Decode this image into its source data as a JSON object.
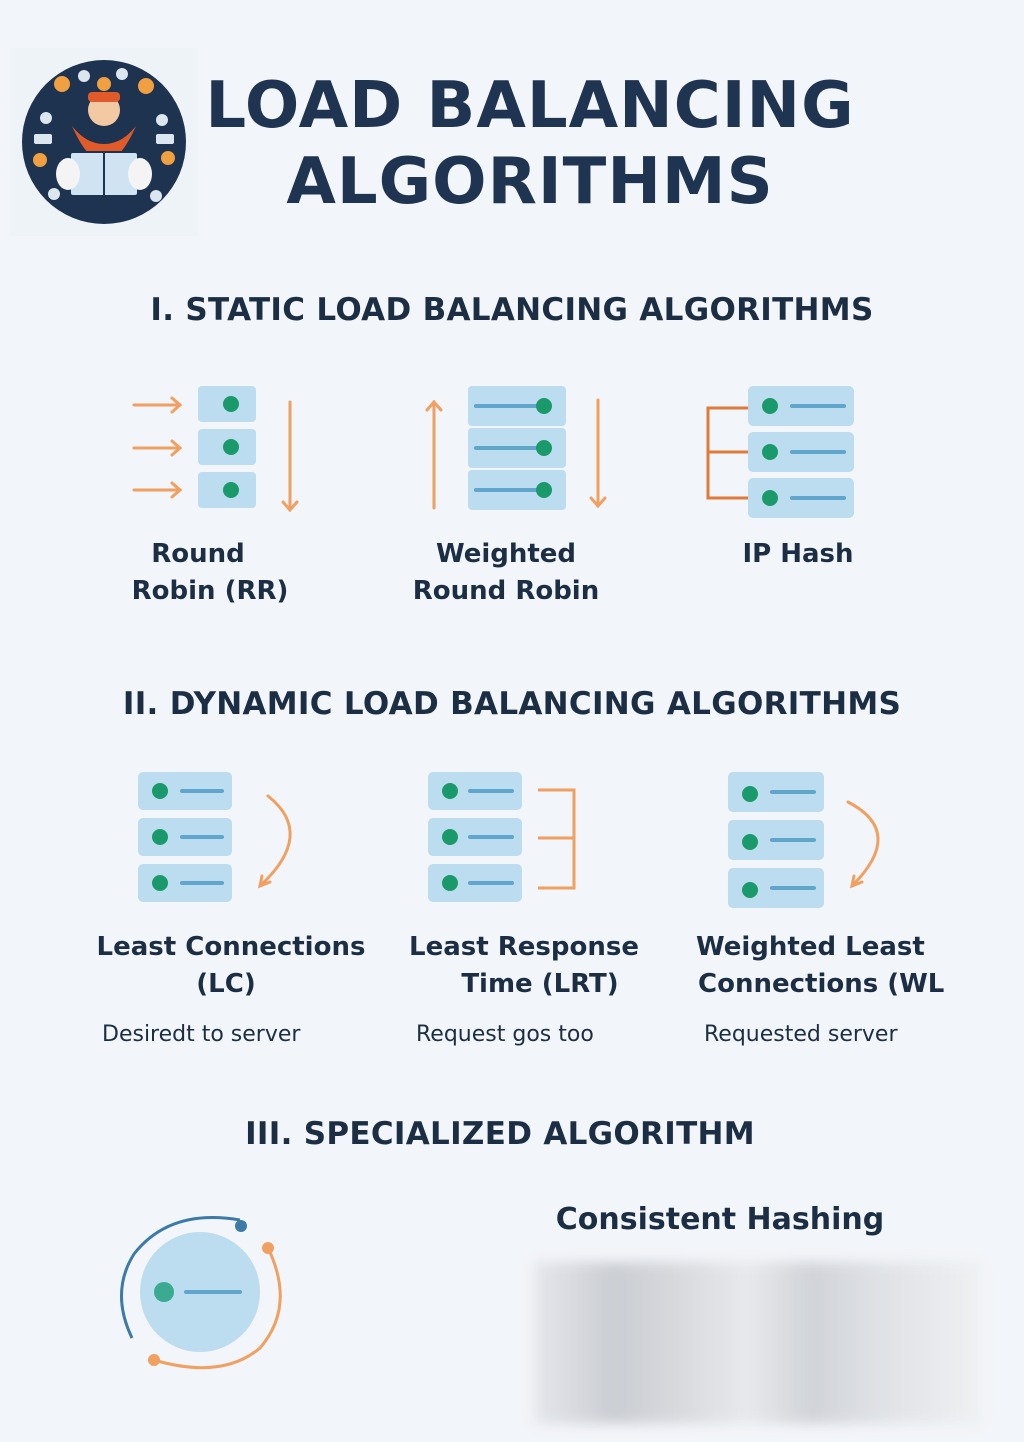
{
  "title": {
    "line1": "LOAD BALANCING",
    "line2": "ALGORITHMS"
  },
  "logo_icon": "bearded-reader-gears-logo",
  "colors": {
    "background": "#f2f5f9",
    "server_fill": "#bcdcef",
    "dot": "#1a9a6a",
    "arrow_orange": "#f0a060",
    "text_dark": "#1c2e44"
  },
  "sections": {
    "static": {
      "title": "I. STATIC LOAD BALANCING ALGORITHMS",
      "items": [
        {
          "label_line1": "Round",
          "label_line2": "Robin (RR)",
          "icon": "round-robin-servers-icon"
        },
        {
          "label_line1": "Weighted",
          "label_line2": "Round Robin",
          "icon": "weighted-round-robin-servers-icon"
        },
        {
          "label_line1": "IP Hash",
          "label_line2": "",
          "icon": "ip-hash-servers-icon"
        }
      ]
    },
    "dynamic": {
      "title": "II. DYNAMIC LOAD BALANCING ALGORITHMS",
      "items": [
        {
          "label_line1": "Least Connections",
          "label_line2": "(LC)",
          "desc": "Desiredt to server",
          "icon": "least-connections-servers-icon"
        },
        {
          "label_line1": "Least Response",
          "label_line2": "Time (LRT)",
          "desc": "Request gos too",
          "icon": "least-response-time-servers-icon"
        },
        {
          "label_line1": "Weighted Least",
          "label_line2": "Connections (WL",
          "desc": "Requested server",
          "icon": "weighted-least-connections-servers-icon"
        }
      ]
    },
    "specialized": {
      "title": "III. SPECIALIZED ALGORITHM",
      "item": {
        "label": "Consistent Hashing",
        "icon": "consistent-hashing-ring-icon"
      }
    }
  }
}
